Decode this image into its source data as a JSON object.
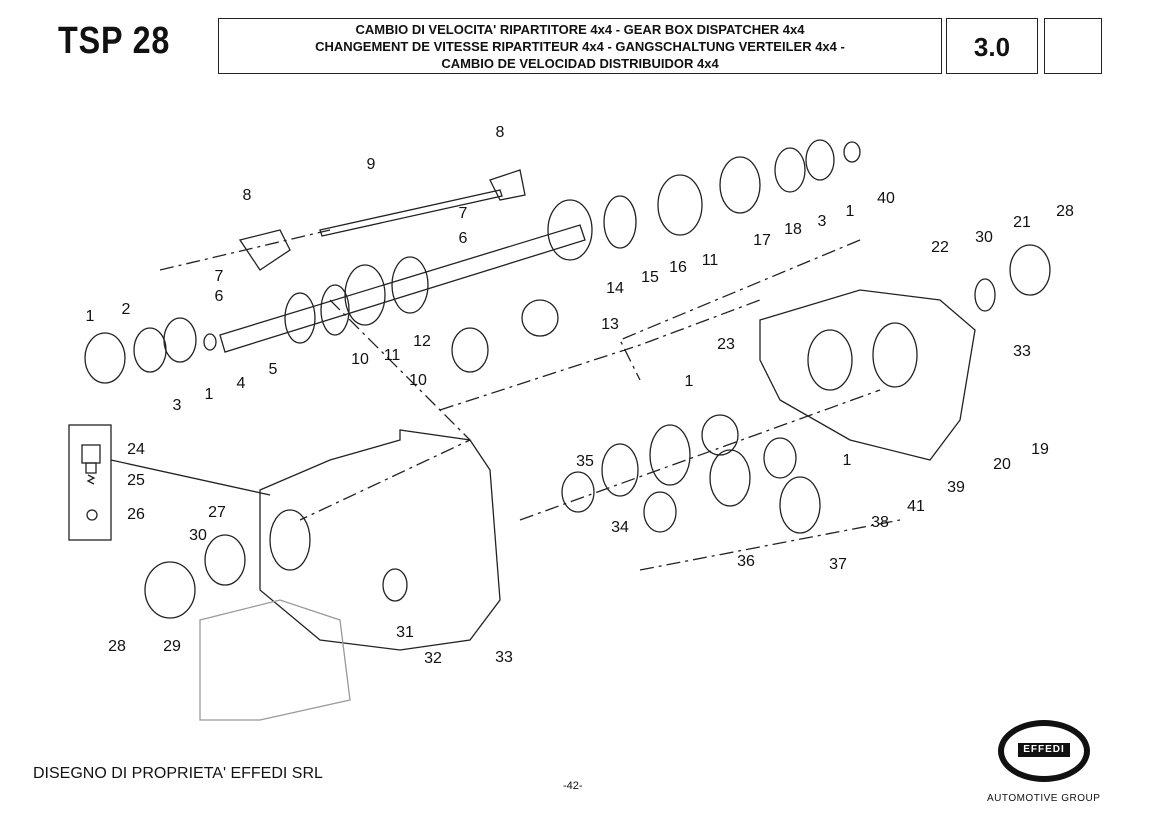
{
  "header": {
    "code": "TSP 28",
    "title_lines": [
      "CAMBIO DI VELOCITA' RIPARTITORE 4x4 - GEAR BOX DISPATCHER 4x4",
      "CHANGEMENT DE VITESSE RIPARTITEUR 4x4 - GANGSCHALTUNG VERTEILER 4x4 -",
      "CAMBIO DE VELOCIDAD DISTRIBUIDOR 4x4"
    ],
    "section": "3.0"
  },
  "callouts": [
    "8",
    "9",
    "8",
    "7",
    "6",
    "7",
    "6",
    "40",
    "1",
    "3",
    "18",
    "17",
    "11",
    "16",
    "15",
    "14",
    "28",
    "21",
    "30",
    "22",
    "13",
    "12",
    "11",
    "10",
    "10",
    "1",
    "2",
    "5",
    "4",
    "1",
    "3",
    "23",
    "33",
    "1",
    "24",
    "25",
    "26",
    "27",
    "35",
    "1",
    "20",
    "19",
    "39",
    "41",
    "38",
    "34",
    "36",
    "37",
    "30",
    "28",
    "29",
    "31",
    "32",
    "33"
  ],
  "footer": {
    "ownership": "DISEGNO DI PROPRIETA' EFFEDI SRL",
    "page": "-42-"
  },
  "logo": {
    "brand": "EFFEDI",
    "tagline": "AUTOMOTIVE GROUP"
  }
}
